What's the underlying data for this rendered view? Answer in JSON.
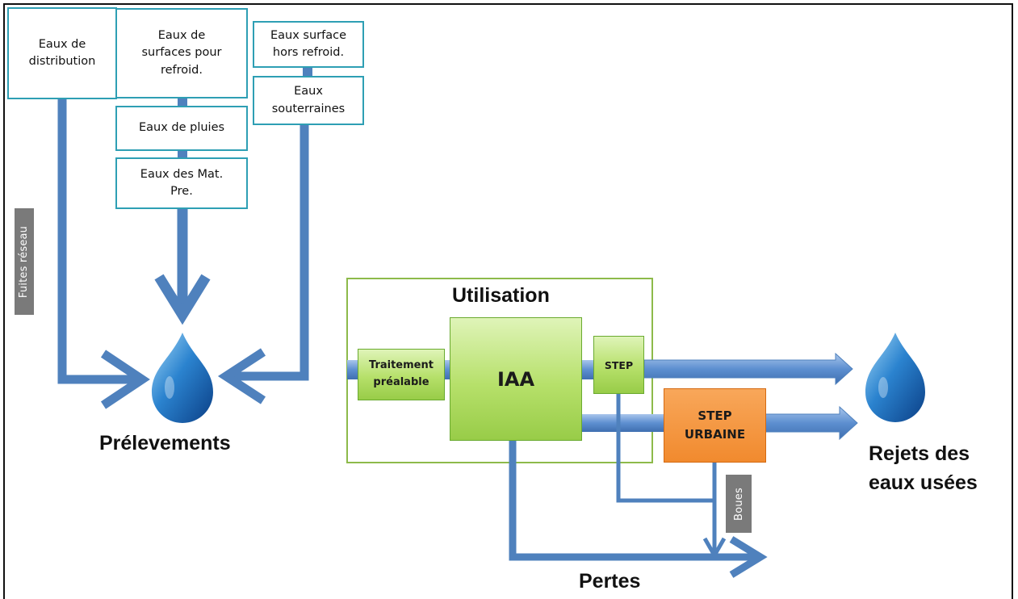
{
  "sources": {
    "distribution": "Eaux de\ndistribution",
    "surfaces_refroid": "Eaux de\nsurfaces pour\nrefroid.",
    "pluies": "Eaux de pluies",
    "mat_pre": "Eaux des Mat.\nPre.",
    "surface_hors_refroid": "Eaux surface\nhors refroid.",
    "souterraines": "Eaux\nsouterraines"
  },
  "labels": {
    "fuites_reseau": "Fuites réseau",
    "boues": "Boues",
    "prelevements": "Prélevements",
    "utilisation": "Utilisation",
    "rejets": "Rejets des\neaux usées",
    "pertes": "Pertes"
  },
  "process": {
    "traitement": "Traitement\npréalable",
    "iaa": "IAA",
    "step": "STEP",
    "step_urbaine": "STEP\nURBAINE"
  },
  "colors": {
    "pipe": "#4f81bd",
    "source_border": "#2e9fb4",
    "green_box": "#9bd14f",
    "orange_box": "#f18a2e",
    "utilisation_border": "#8dba4a",
    "label_grey": "#7a7a7a"
  }
}
